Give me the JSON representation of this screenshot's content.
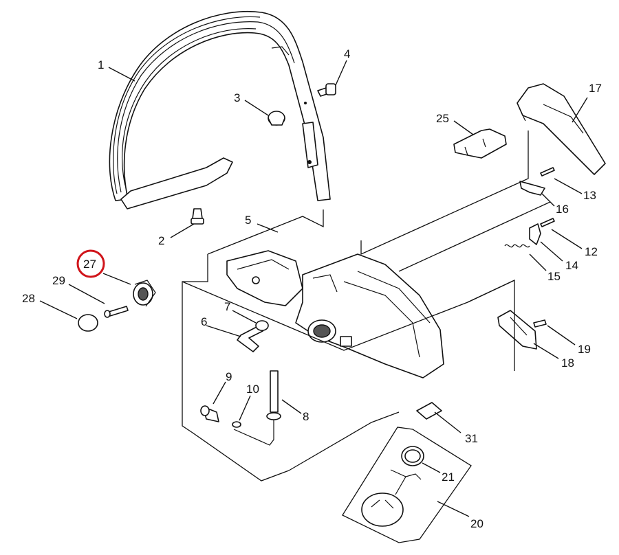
{
  "diagram": {
    "highlight_color": "#d0141a",
    "highlighted_callout": "27",
    "callouts": [
      {
        "id": "c1",
        "label": "1"
      },
      {
        "id": "c2",
        "label": "2"
      },
      {
        "id": "c3",
        "label": "3"
      },
      {
        "id": "c4",
        "label": "4"
      },
      {
        "id": "c5",
        "label": "5"
      },
      {
        "id": "c6",
        "label": "6"
      },
      {
        "id": "c7",
        "label": "7"
      },
      {
        "id": "c8",
        "label": "8"
      },
      {
        "id": "c9",
        "label": "9"
      },
      {
        "id": "c10",
        "label": "10"
      },
      {
        "id": "c12",
        "label": "12"
      },
      {
        "id": "c13",
        "label": "13"
      },
      {
        "id": "c14",
        "label": "14"
      },
      {
        "id": "c15",
        "label": "15"
      },
      {
        "id": "c16",
        "label": "16"
      },
      {
        "id": "c17",
        "label": "17"
      },
      {
        "id": "c18",
        "label": "18"
      },
      {
        "id": "c19",
        "label": "19"
      },
      {
        "id": "c20",
        "label": "20"
      },
      {
        "id": "c21",
        "label": "21"
      },
      {
        "id": "c25",
        "label": "25"
      },
      {
        "id": "c27",
        "label": "27"
      },
      {
        "id": "c28",
        "label": "28"
      },
      {
        "id": "c29",
        "label": "29"
      },
      {
        "id": "c31",
        "label": "31"
      }
    ]
  }
}
